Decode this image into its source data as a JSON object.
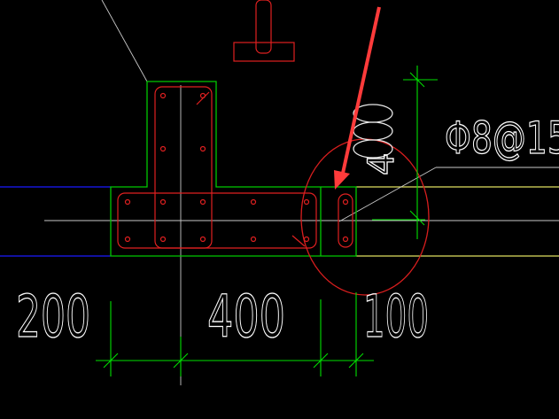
{
  "drawing": {
    "colors": {
      "background": "#000000",
      "concrete_outline": "#00c800",
      "rebar": "#e02020",
      "dimension": "#00e000",
      "axis": "#c8c8c8",
      "text": "#ffffff",
      "wall_blue": "#1a1aff",
      "wall_yellow": "#e0e060",
      "arrow": "#ff3b3b",
      "highlight_circle": "#d81e1e"
    },
    "dimensions": {
      "d1": "200",
      "d2": "400",
      "d3": "100"
    },
    "rebar_label": "Φ8@15",
    "stirrup_spec": "4"
  }
}
